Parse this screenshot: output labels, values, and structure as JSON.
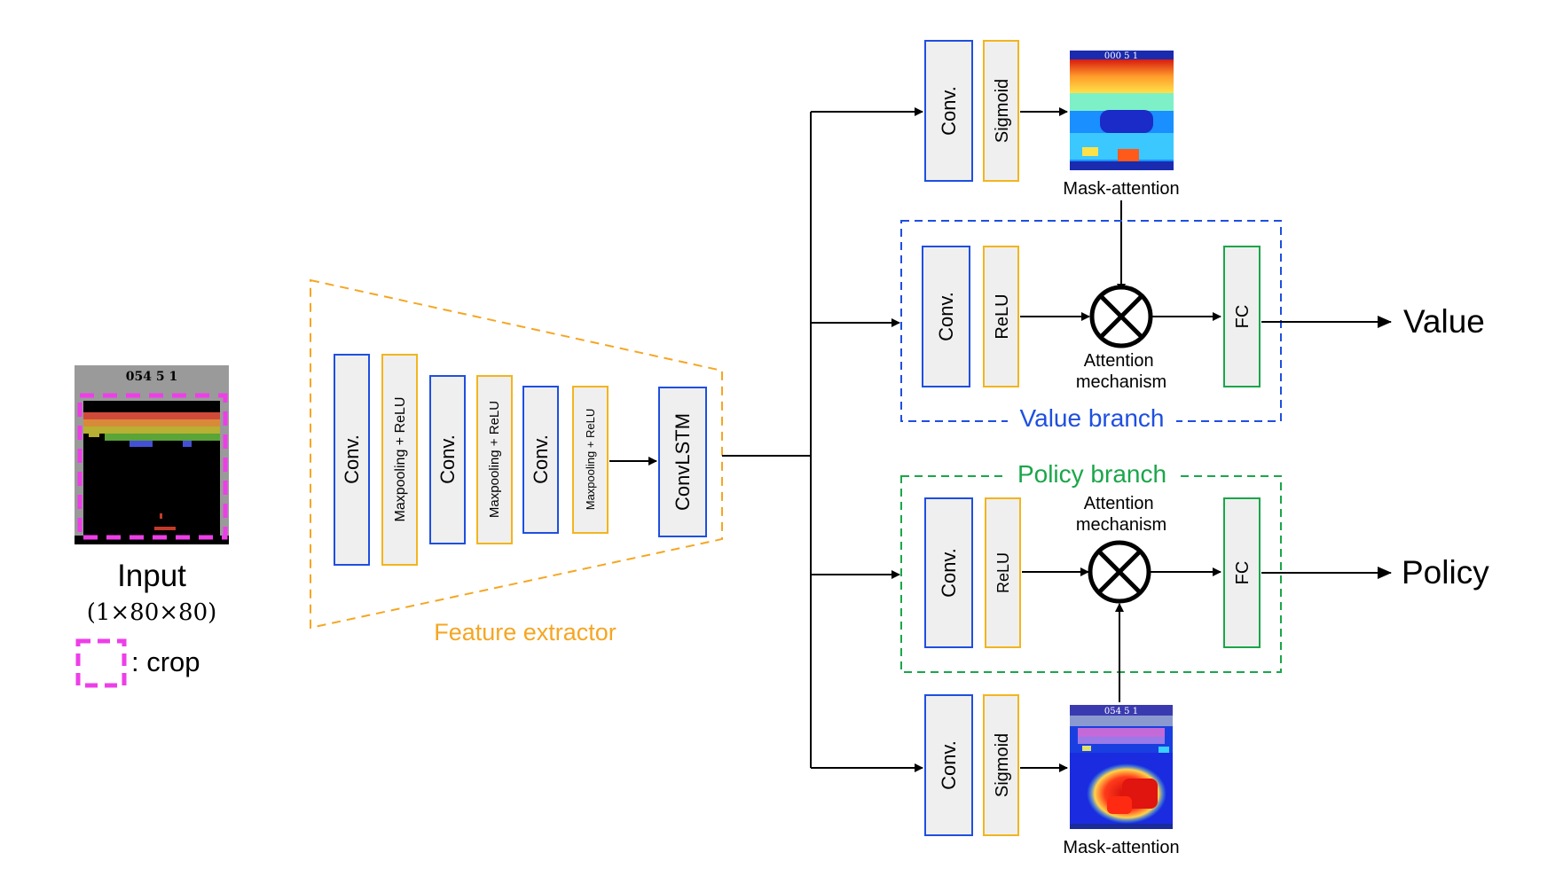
{
  "colors": {
    "conv_border": "#1f4fe0",
    "act_border": "#f2b51f",
    "fc_border": "#1aa64a",
    "box_fill": "#efefef",
    "feature_orange": "#f5a623",
    "value_blue": "#1f4fe0",
    "policy_green": "#1aa64a",
    "crop_magenta": "#ee3ee8",
    "arrow": "#000000"
  },
  "input": {
    "label": "Input",
    "shape": "(1×80×80)",
    "score_text": "054  5  1",
    "legend_text": ": crop"
  },
  "feature_extractor": {
    "title": "Feature extractor",
    "blocks": [
      "Conv.",
      "Maxpooling + ReLU",
      "Conv.",
      "Maxpooling + ReLU",
      "Conv.",
      "Maxpooling + ReLU",
      "ConvLSTM"
    ]
  },
  "value_branch": {
    "title": "Value branch",
    "conv": "Conv.",
    "act": "ReLU",
    "attention": "Attention\nmechanism",
    "fc": "FC",
    "output": "Value"
  },
  "policy_branch": {
    "title": "Policy branch",
    "conv": "Conv.",
    "act": "ReLU",
    "attention": "Attention\nmechanism",
    "fc": "FC",
    "output": "Policy"
  },
  "value_mask": {
    "conv": "Conv.",
    "act": "Sigmoid",
    "label": "Mask-attention",
    "score_text": "000  5  1"
  },
  "policy_mask": {
    "conv": "Conv.",
    "act": "Sigmoid",
    "label": "Mask-attention",
    "score_text": "054  5  1"
  },
  "icons": [
    "multiply-circle-icon",
    "multiply-circle-icon",
    "crop-box-icon"
  ]
}
